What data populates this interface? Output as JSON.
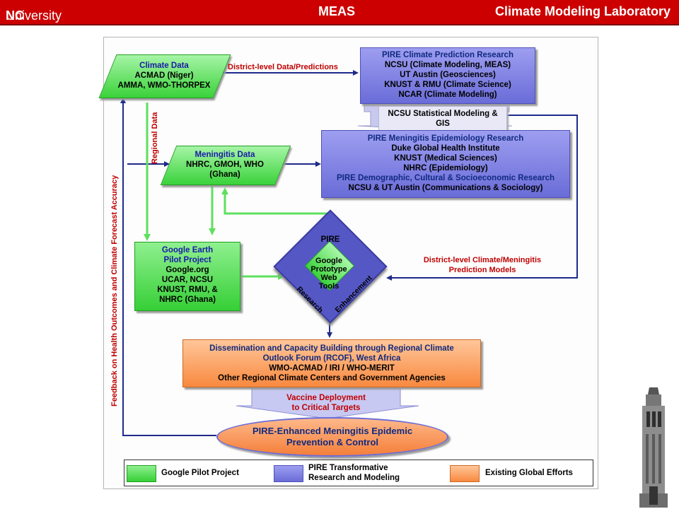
{
  "header": {
    "ncsu_bold": "NC State",
    "ncsu_light": "University",
    "center": "MEAS",
    "right": "Climate Modeling Laboratory"
  },
  "climate_data": {
    "title": "Climate Data",
    "lines": [
      "ACMAD (Niger)",
      "AMMA, WMO-THORPEX"
    ]
  },
  "pire_climate": {
    "title": "PIRE Climate Prediction Research",
    "lines": [
      "NCSU (Climate Modeling, MEAS)",
      "UT Austin (Geosciences)",
      "KNUST & RMU (Climate Science)",
      "NCAR (Climate Modeling)"
    ]
  },
  "gis": {
    "line1": "NCSU Statistical Modeling &",
    "line2": "GIS"
  },
  "pire_meningitis": {
    "title": "PIRE Meningitis Epidemiology Research",
    "lines": [
      "Duke Global Health Institute",
      "KNUST (Medical Sciences)",
      "NHRC (Epidemiology)"
    ],
    "title2": "PIRE Demographic, Cultural & Socioeconomic Research",
    "line_last": "NCSU & UT Austin (Communications & Sociology)"
  },
  "meningitis_data": {
    "title": "Meningitis Data",
    "lines": [
      "NHRC, GMOH, WHO",
      "(Ghana)"
    ]
  },
  "google_earth": {
    "title1": "Google Earth",
    "title2": "Pilot Project",
    "lines": [
      "Google.org",
      "UCAR, NCSU",
      "KNUST, RMU, &",
      "NHRC (Ghana)"
    ]
  },
  "diamond": {
    "top": "PIRE",
    "inner": [
      "Google",
      "Prototype",
      "Web",
      "Tools"
    ],
    "left": "Research",
    "right": "Enhancement"
  },
  "labels": {
    "district_data": "District-level Data/Predictions",
    "regional_data": "Regional Data",
    "district_models_1": "District-level Climate/Meningitis",
    "district_models_2": "Prediction Models",
    "feedback": "Feedback on Health Outcomes and Climate Forecast Accuracy"
  },
  "dissemination": {
    "title1": "Dissemination and Capacity Building through Regional Climate",
    "title2": "Outlook Forum (RCOF), West Africa",
    "lines": [
      "WMO-ACMAD / IRI / WHO-MERIT",
      "Other Regional Climate Centers and Government Agencies"
    ]
  },
  "vaccine": {
    "line1": "Vaccine Deployment",
    "line2": "to Critical Targets"
  },
  "outcome": {
    "line1": "PIRE-Enhanced Meningitis Epidemic",
    "line2": "Prevention & Control"
  },
  "legend": {
    "items": [
      {
        "label": "Google Pilot Project",
        "color": "#4cd84c"
      },
      {
        "label1": "PIRE Transformative",
        "label2": "Research and Modeling",
        "color": "#6a6cd8"
      },
      {
        "label": "Existing Global Efforts",
        "color": "#f8893f"
      }
    ]
  },
  "colors": {
    "header_red": "#cc0000",
    "arrow_blue": "#1e2a8a",
    "arrow_green": "#5ee05e",
    "label_red": "#c00000"
  }
}
